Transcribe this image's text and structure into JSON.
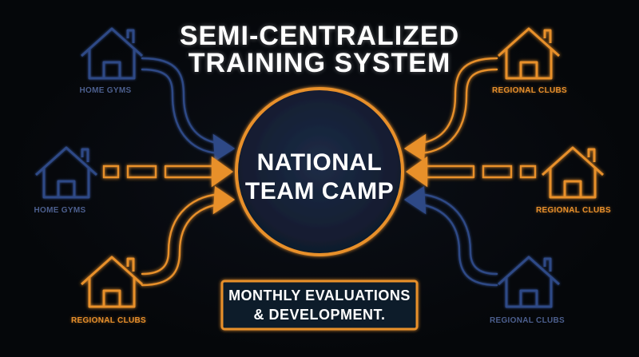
{
  "title": {
    "line1": "SEMI-CENTRALIZED",
    "line2": "TRAINING SYSTEM"
  },
  "hub": {
    "label_line1": "NATIONAL",
    "label_line2": "TEAM CAMP"
  },
  "evaluation": {
    "line1": "MONTHLY EVALUATIONS",
    "line2": "& DEVELOPMENT."
  },
  "nodes": [
    {
      "id": "left-top",
      "label": "HOME GYMS",
      "style": "blue"
    },
    {
      "id": "left-mid",
      "label": "HOME GYMS",
      "style": "blue"
    },
    {
      "id": "left-bottom",
      "label": "REGIONAL CLUBS",
      "style": "orange"
    },
    {
      "id": "right-top",
      "label": "REGIONAL CLUBS",
      "style": "orange"
    },
    {
      "id": "right-mid",
      "label": "REGIONAL CLUBS",
      "style": "orange"
    },
    {
      "id": "right-bottom",
      "label": "REGIONAL CLUBS",
      "style": "blue"
    }
  ],
  "colors": {
    "blue": "#2f4a86",
    "orange": "#e8902c",
    "hub_fill": "#162238",
    "background": "#05070a"
  }
}
